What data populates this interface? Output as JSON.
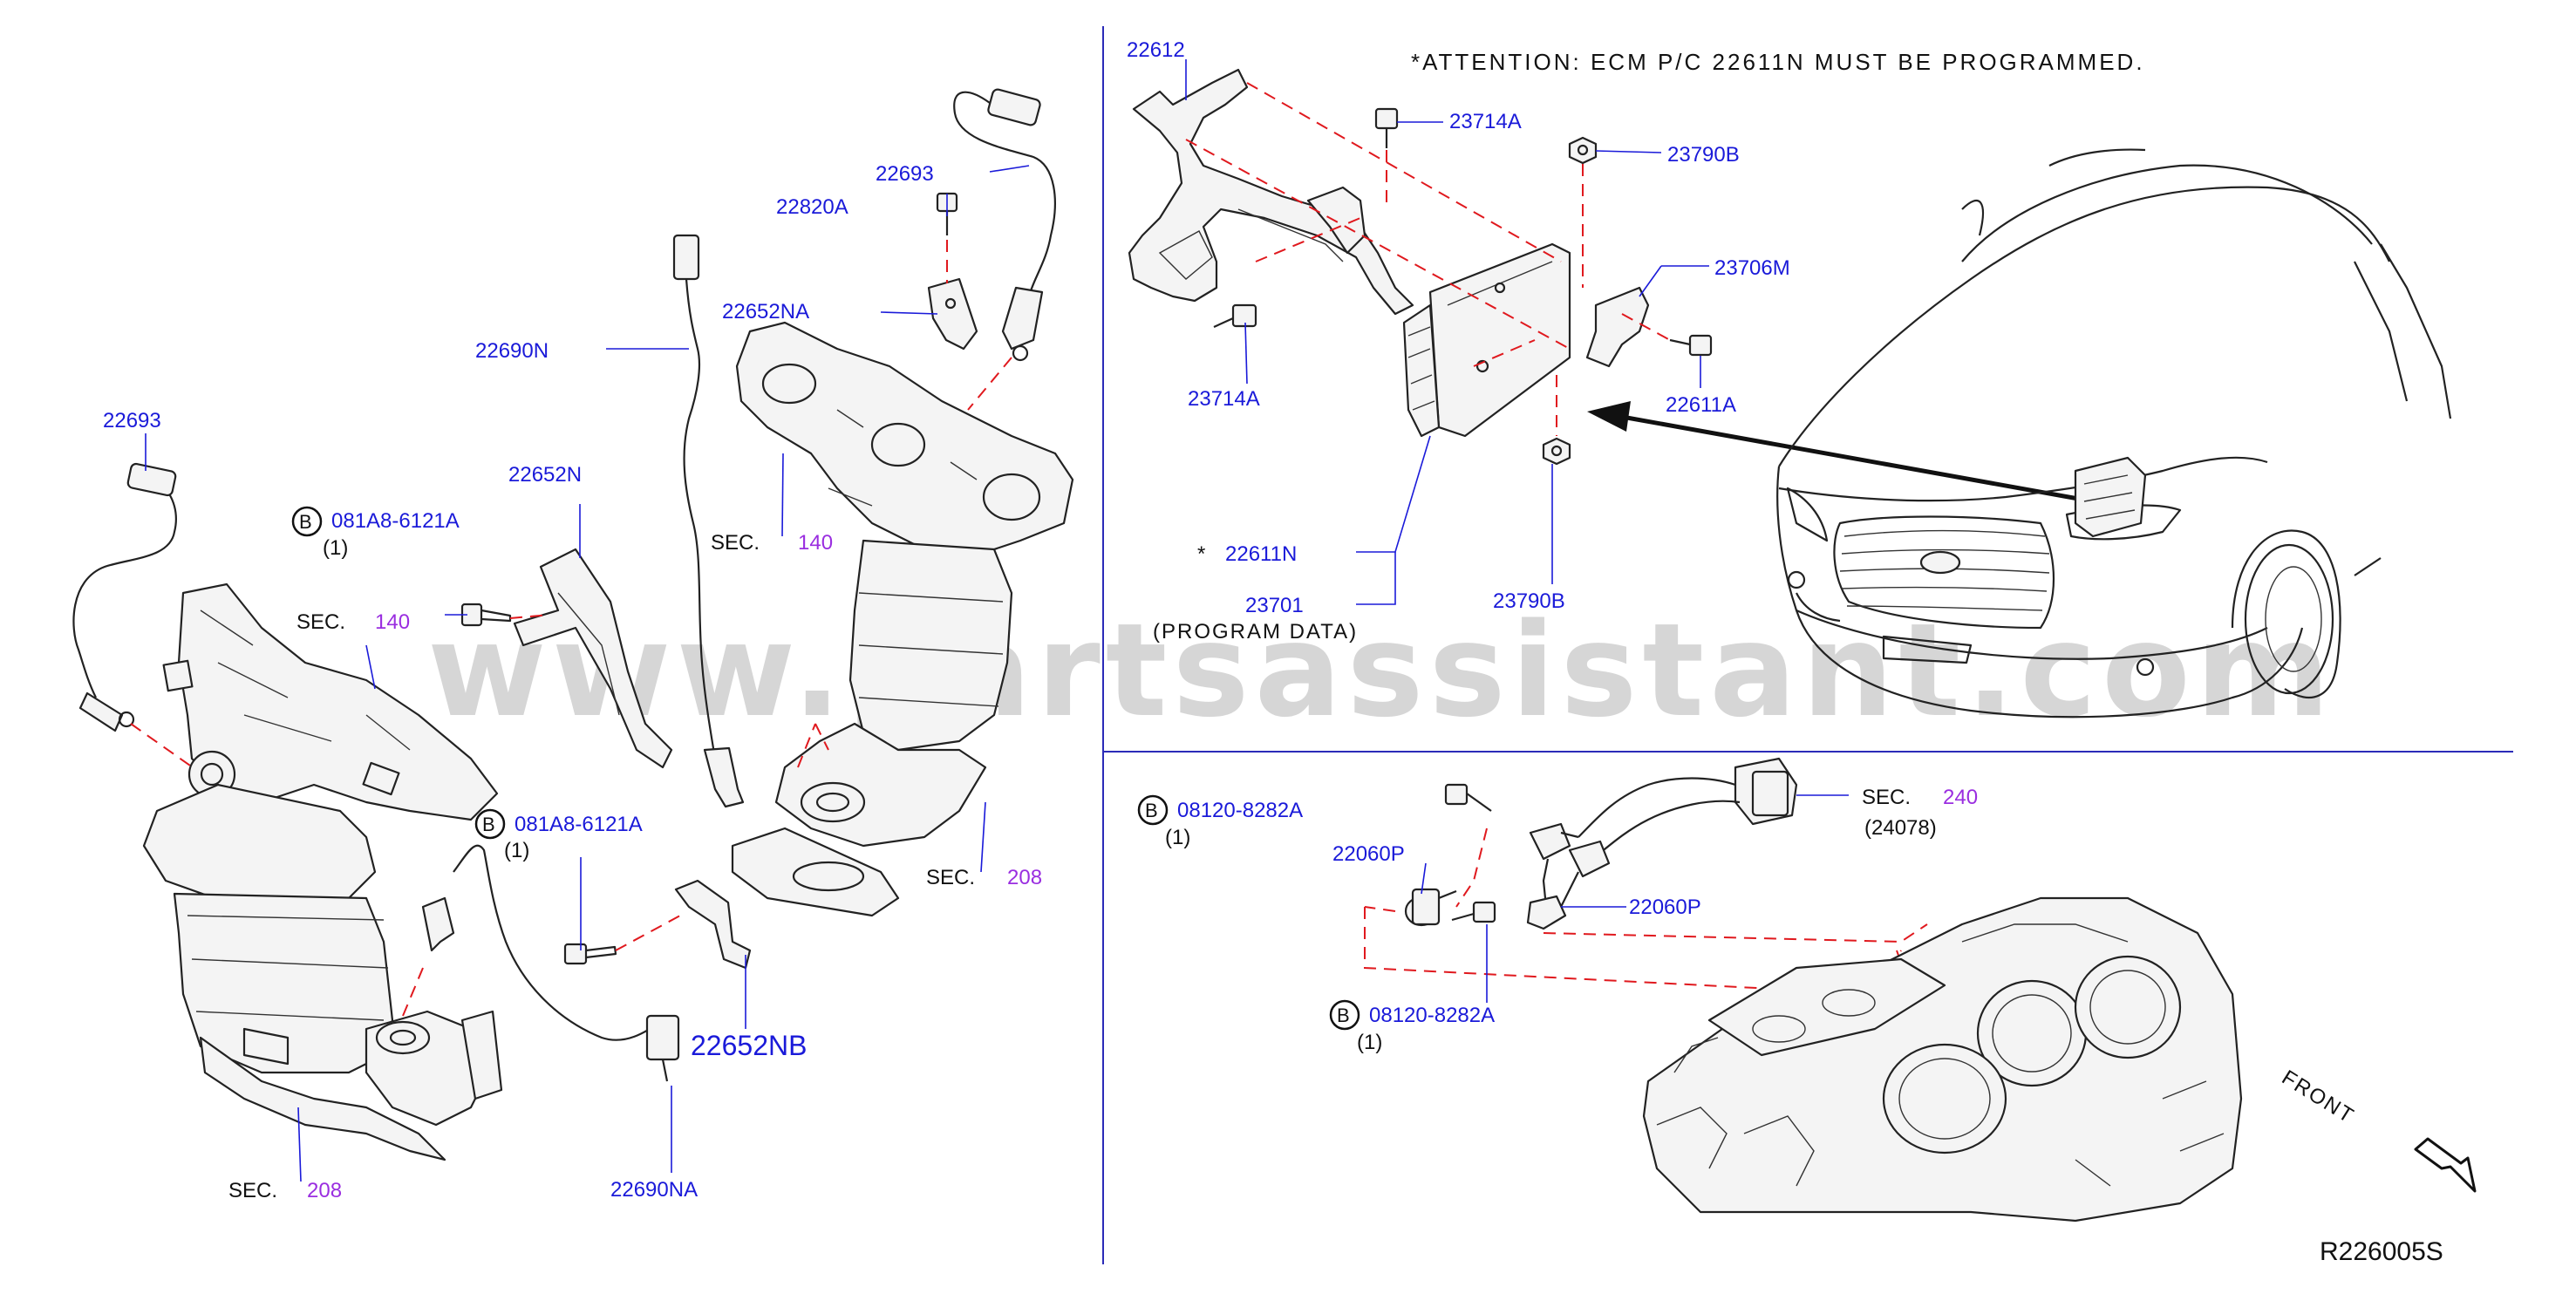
{
  "watermark": "www.partsassistant.com",
  "attention_note": "*ATTENTION: ECM P/C 22611N MUST BE PROGRAMMED.",
  "diagram_code": "R226005S",
  "front_label": "FRONT",
  "labels": {
    "p22693_top": "22693",
    "p22820A": "22820A",
    "p22652NA": "22652NA",
    "p22690N": "22690N",
    "p22693_left": "22693",
    "p22652N": "22652N",
    "b081A8_top_code": "081A8-6121A",
    "b081A8_top_qty": "(1)",
    "sec140_left": "SEC.",
    "sec140_left_num": "140",
    "sec140_mid": "SEC.",
    "sec140_mid_num": "140",
    "b081A8_mid_code": "081A8-6121A",
    "b081A8_mid_qty": "(1)",
    "sec208_right": "SEC.",
    "sec208_right_num": "208",
    "p22652NB": "22652NB",
    "sec208_left": "SEC.",
    "sec208_left_num": "208",
    "p22690NA": "22690NA",
    "p22612": "22612",
    "p23714A_top": "23714A",
    "p23790B_top": "23790B",
    "p23706M": "23706M",
    "p23714A_bottom": "23714A",
    "p22611A": "22611A",
    "p22611N_star": "*",
    "p22611N": "22611N",
    "p23701": "23701",
    "p23701_note": "(PROGRAM DATA)",
    "p23790B_bottom": "23790B",
    "b08120_top_code": "08120-8282A",
    "b08120_top_qty": "(1)",
    "p22060P_left": "22060P",
    "p22060P_right": "22060P",
    "b08120_bottom_code": "08120-8282A",
    "b08120_bottom_qty": "(1)",
    "sec240": "SEC.",
    "sec240_num": "240",
    "p24078": "(24078)"
  },
  "bolt_marker": "B",
  "colors": {
    "part_number": "#1a1ad9",
    "section_number": "#9a2ee0",
    "dashed_line": "#e0191e",
    "divider": "#2b2bb8"
  }
}
